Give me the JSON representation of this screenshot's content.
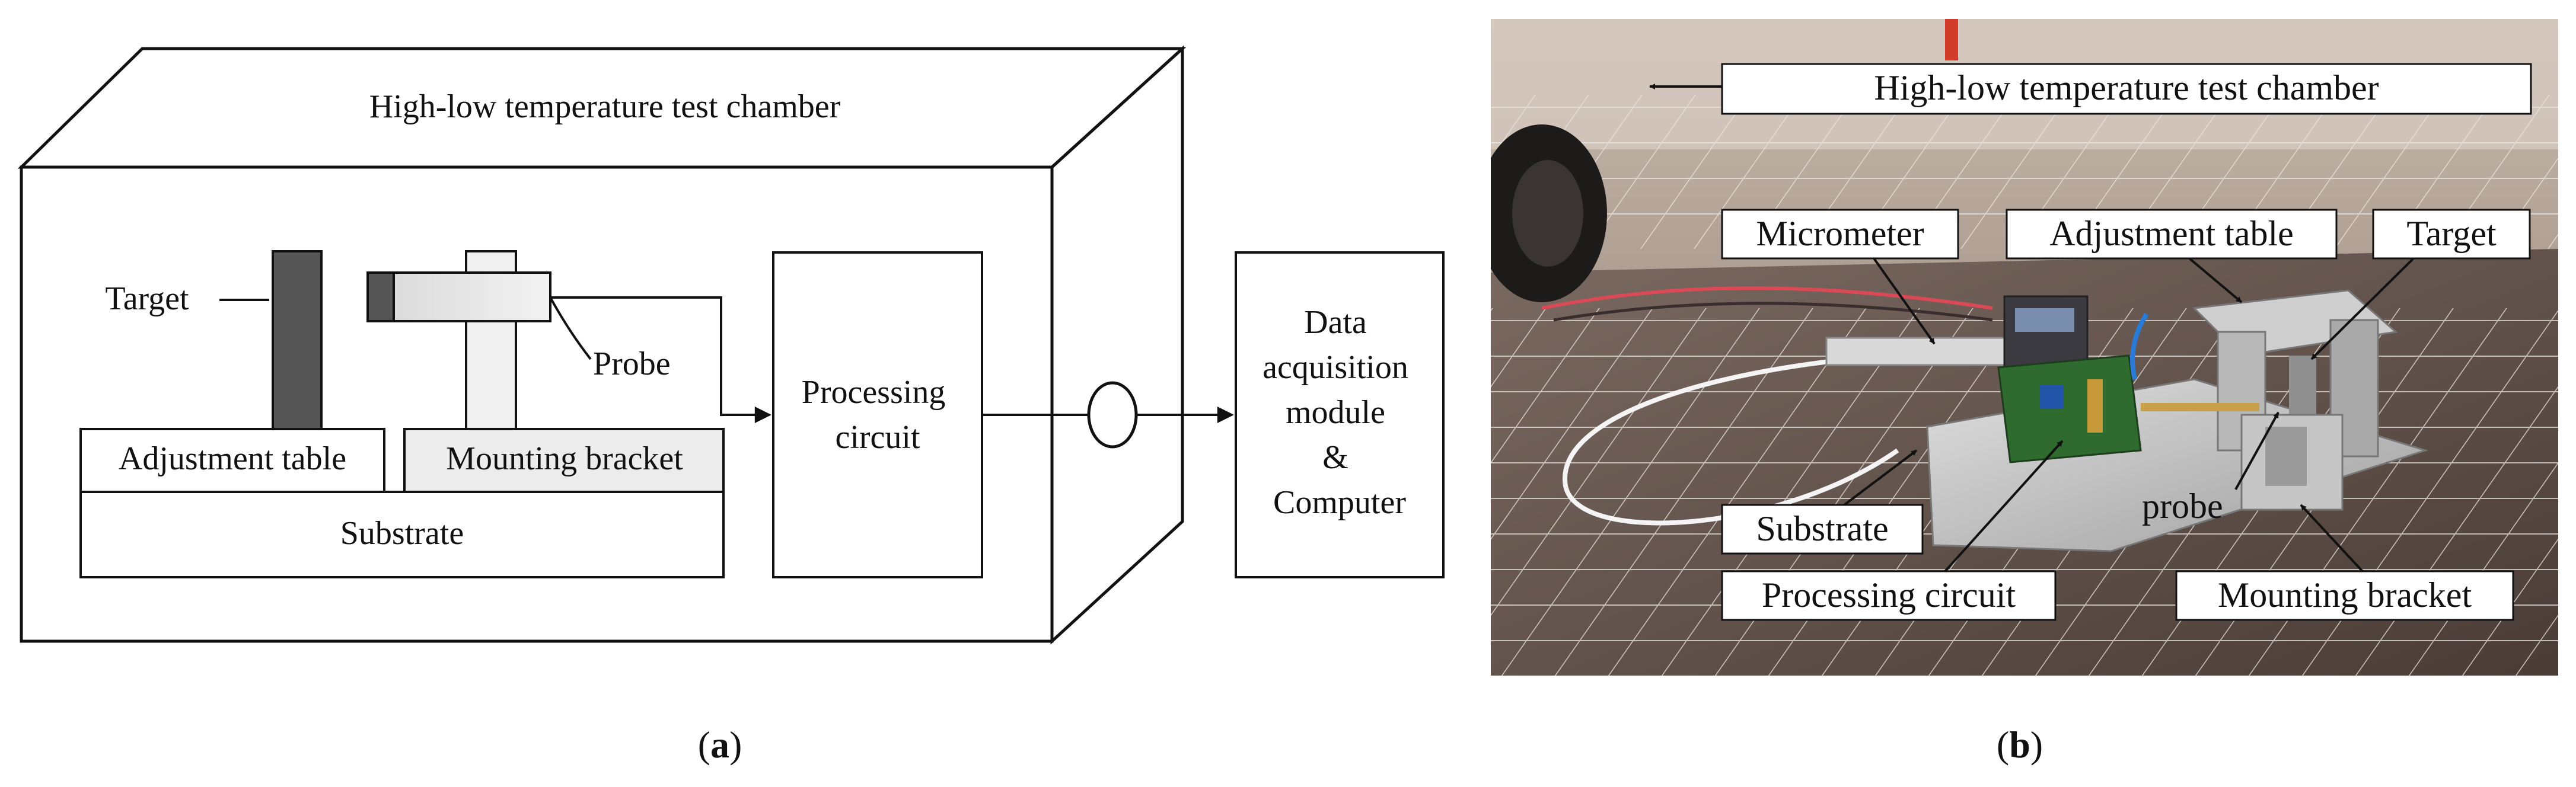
{
  "panel_a": {
    "caption": "a",
    "chamber_label": "High-low temperature test chamber",
    "target_label": "Target",
    "probe_label": "Probe",
    "adjustment_table_label": "Adjustment table",
    "mounting_bracket_label": "Mounting bracket",
    "substrate_label": "Substrate",
    "processing_circuit_label": [
      "Processing",
      "circuit"
    ],
    "daq_label": [
      "Data",
      "acquisition",
      "module",
      "&",
      "Computer"
    ]
  },
  "panel_b": {
    "caption": "b",
    "chamber_label": "High-low temperature test chamber",
    "micrometer_label": "Micrometer",
    "adjustment_table_label": "Adjustment table",
    "target_label": "Target",
    "substrate_label": "Substrate",
    "probe_label": "probe",
    "processing_circuit_label": "Processing circuit",
    "mounting_bracket_label": "Mounting bracket"
  }
}
